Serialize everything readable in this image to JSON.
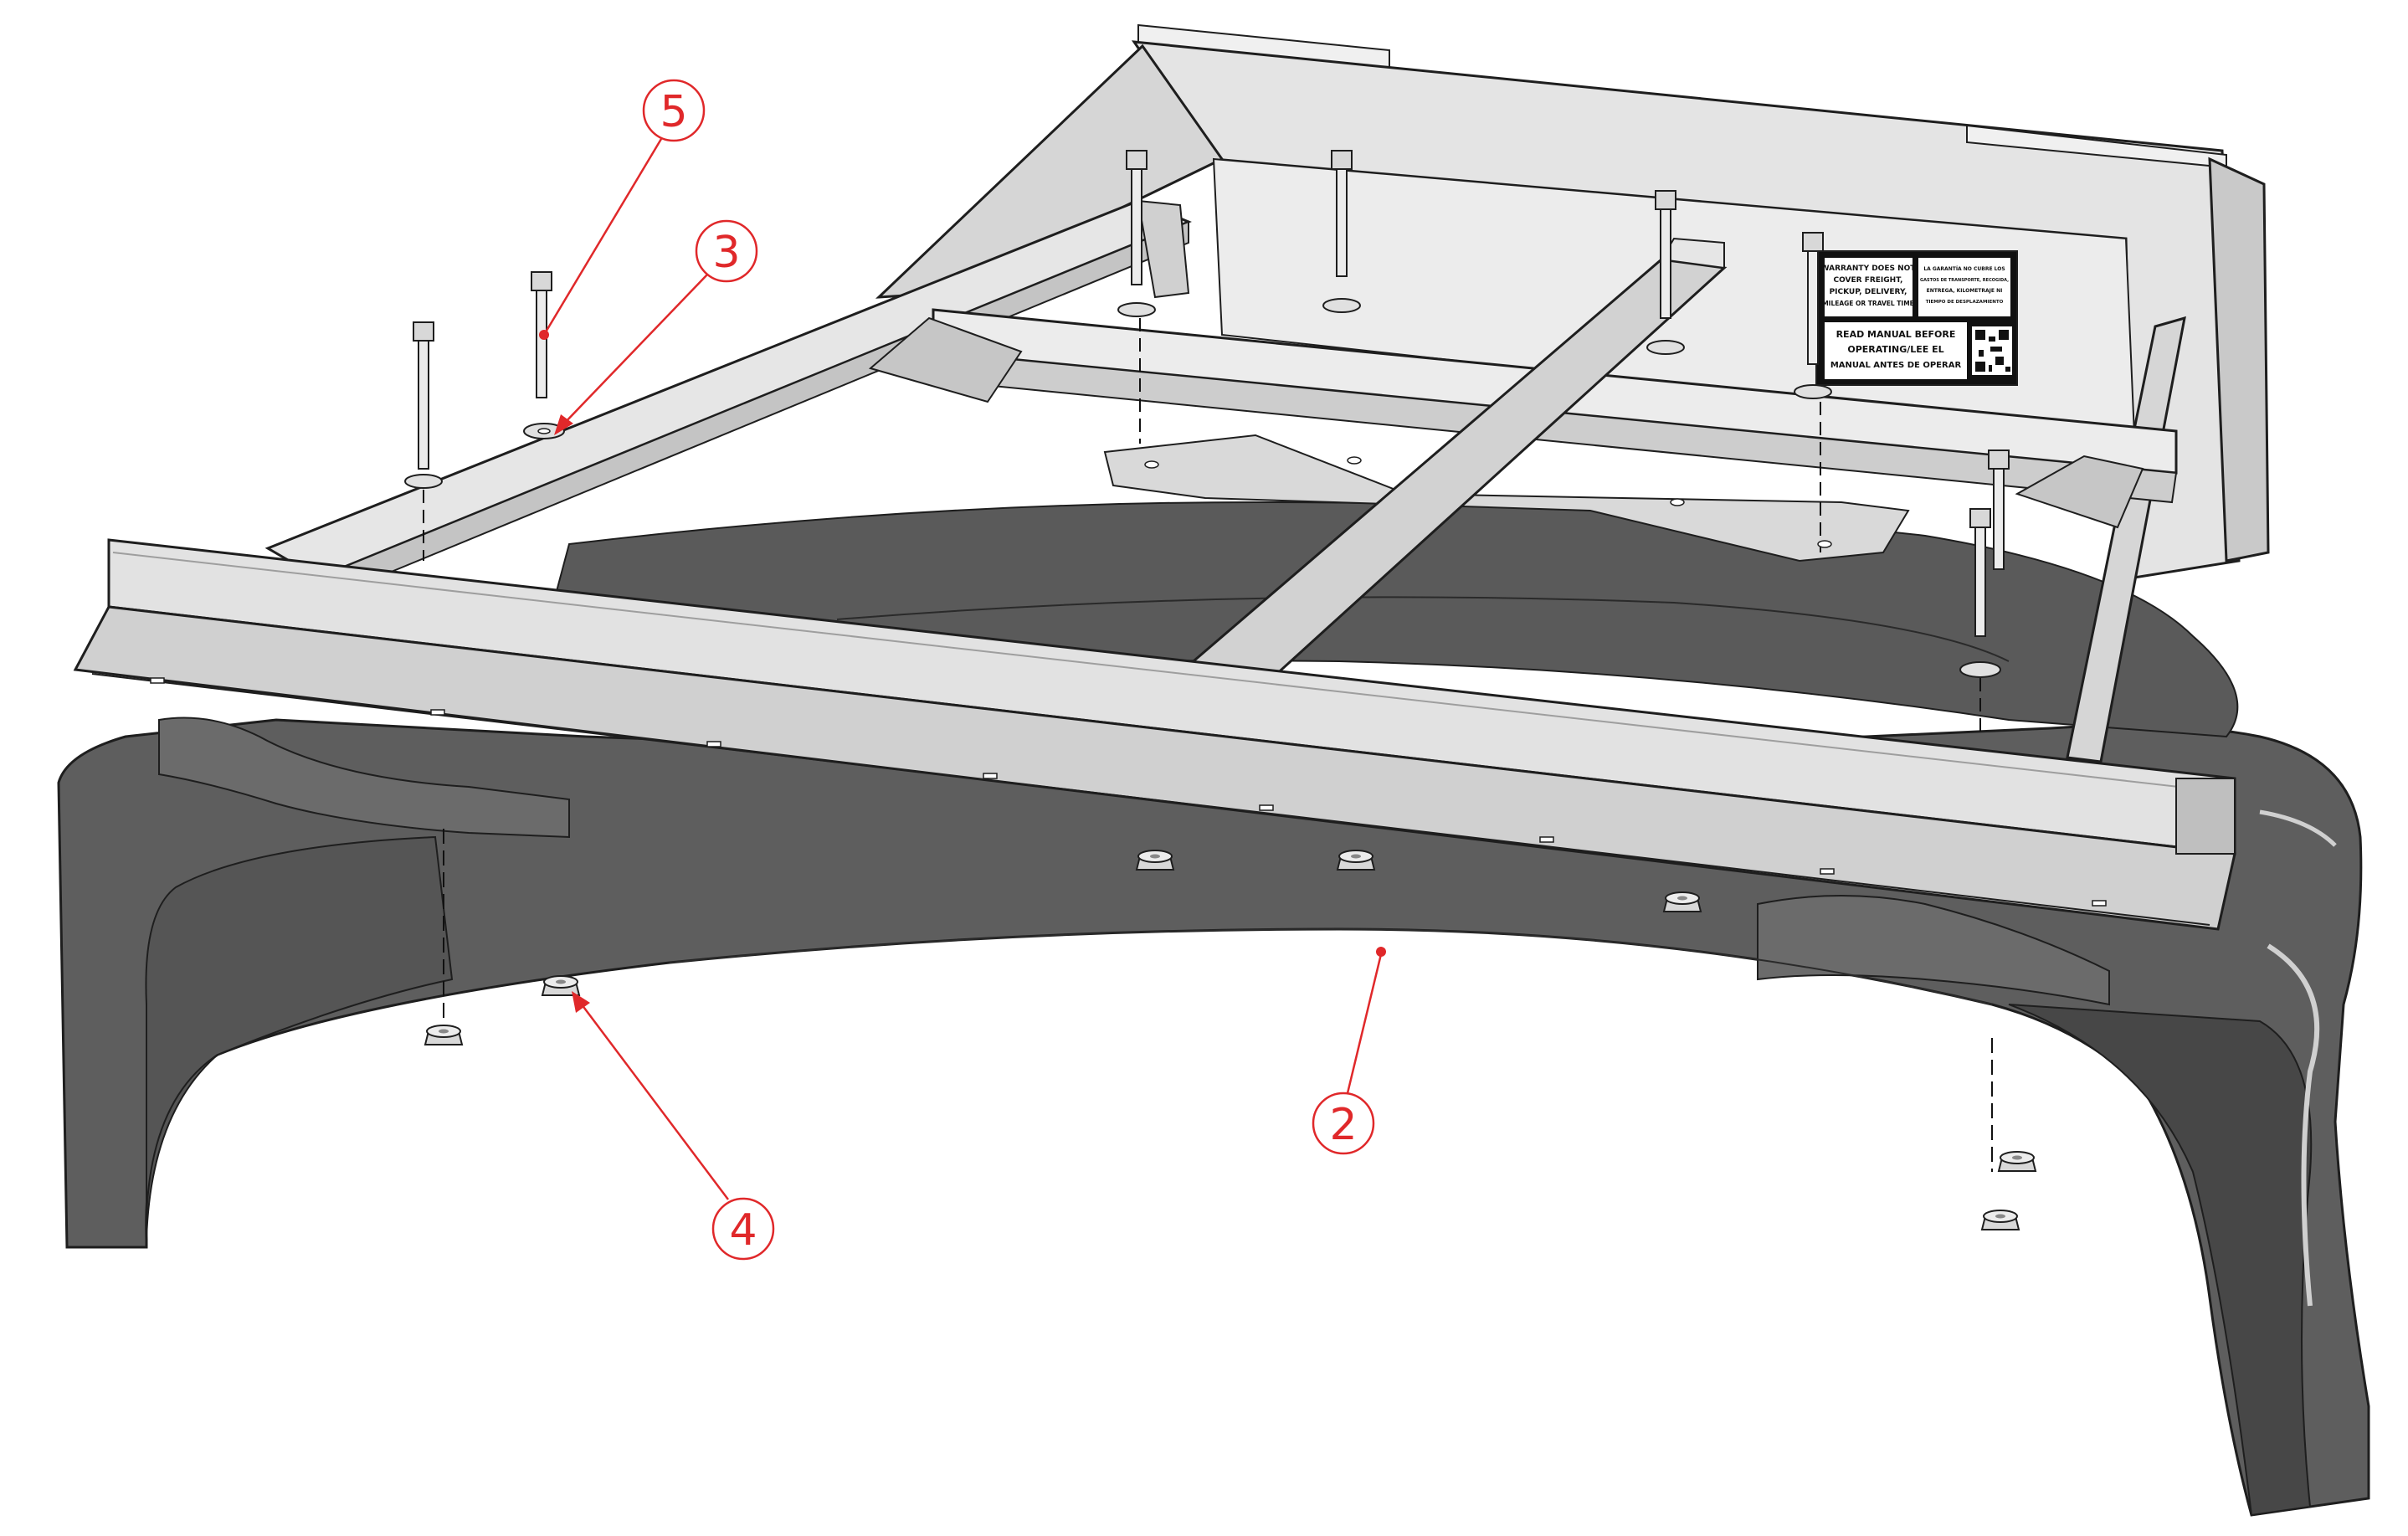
{
  "colors": {
    "background": "#ffffff",
    "tire_fill": "#5e5e5e",
    "tire_dark": "#474747",
    "tire_top": "#6b6b6b",
    "steel_light": "#ececec",
    "steel_mid": "#d6d6d6",
    "steel_dark": "#b9b9b9",
    "outline": "#1e1e1e",
    "callout_red": "#e0282a",
    "decal_black": "#111111"
  },
  "callouts": [
    {
      "id": "5",
      "label": "5"
    },
    {
      "id": "3",
      "label": "3"
    },
    {
      "id": "2",
      "label": "2"
    },
    {
      "id": "4",
      "label": "4"
    }
  ],
  "decal": {
    "left_lines": [
      "WARRANTY DOES NOT",
      "COVER FREIGHT,",
      "PICKUP, DELIVERY,",
      "MILEAGE OR TRAVEL TIME"
    ],
    "right_lines": [
      "LA GARANTÍA NO CUBRE LOS",
      "GASTOS DE TRANSPORTE, RECOGIDA,",
      "ENTREGA, KILOMETRAJE NI",
      "TIEMPO DE DESPLAZAMIENTO"
    ],
    "bottom_lines": [
      "READ MANUAL BEFORE",
      "OPERATING/LEE EL",
      "MANUAL ANTES DE OPERAR"
    ],
    "qr_icon": "qr-code-icon"
  }
}
